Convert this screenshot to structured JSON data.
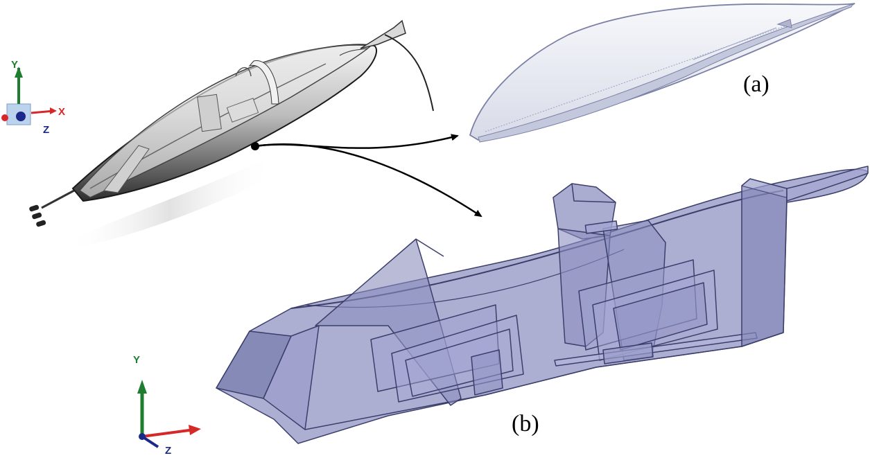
{
  "labels": {
    "canopy": "(a)",
    "cockpit": "(b)"
  },
  "triad_top": {
    "y": "Y",
    "x": "X",
    "z": "Z"
  },
  "triad_bottom": {
    "y": "Y",
    "z": "Z"
  },
  "colors": {
    "axis_y": "#1e7d2e",
    "axis_x": "#d62828",
    "axis_z": "#1b2a8a",
    "cockpit_fill": "#8d90c0",
    "cockpit_stroke": "#3b3e6b",
    "canopy_fill": "#eef0f6",
    "canopy_stroke": "#7b80a6"
  }
}
